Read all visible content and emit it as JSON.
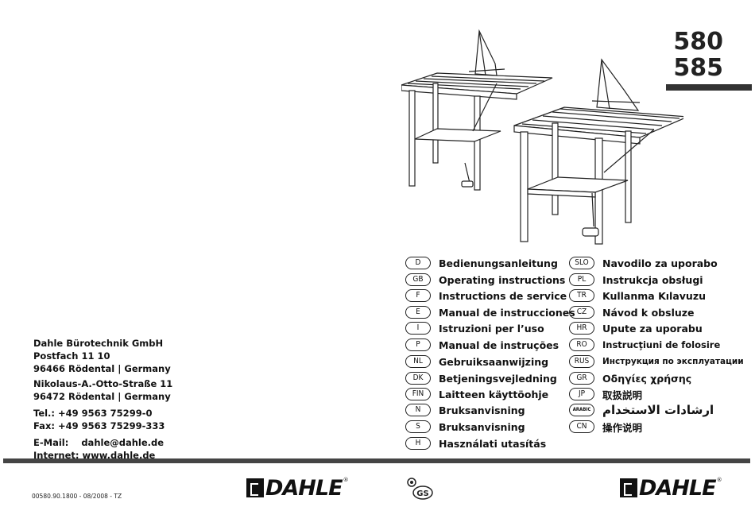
{
  "models": [
    "580",
    "585"
  ],
  "languages_left": [
    {
      "code": "D",
      "label": "Bedienungsanleitung"
    },
    {
      "code": "GB",
      "label": "Operating instructions"
    },
    {
      "code": "F",
      "label": "Instructions de service"
    },
    {
      "code": "E",
      "label": "Manual de instrucciones"
    },
    {
      "code": "I",
      "label": "Istruzioni per l’uso"
    },
    {
      "code": "P",
      "label": "Manual de instruções"
    },
    {
      "code": "NL",
      "label": "Gebruiksaanwijzing"
    },
    {
      "code": "DK",
      "label": "Betjeningsvejledning"
    },
    {
      "code": "FIN",
      "label": "Laitteen käyttöohje"
    },
    {
      "code": "N",
      "label": "Bruksanvisning"
    },
    {
      "code": "S",
      "label": "Bruksanvisning"
    },
    {
      "code": "H",
      "label": "Használati utasítás"
    }
  ],
  "languages_right": [
    {
      "code": "SLO",
      "label": "Navodilo za uporabo"
    },
    {
      "code": "PL",
      "label": "Instrukcja obsługi"
    },
    {
      "code": "TR",
      "label": "Kullanma Kılavuzu"
    },
    {
      "code": "CZ",
      "label": "Návod k obsluze"
    },
    {
      "code": "HR",
      "label": "Upute za uporabu"
    },
    {
      "code": "RO",
      "label": "Instrucţiuni de folosire"
    },
    {
      "code": "RUS",
      "label": "Инструкция по эксплуатации"
    },
    {
      "code": "GR",
      "label": "Οδηγίες χρήσης"
    },
    {
      "code": "JP",
      "label": "取扱説明"
    },
    {
      "code": "ARABIC",
      "label": "ارشادات الاستخدام"
    },
    {
      "code": "CN",
      "label": "操作说明"
    }
  ],
  "address": {
    "company": "Dahle Bürotechnik GmbH",
    "postfach": "Postfach 11 10",
    "city1": "96466 Rödental | Germany",
    "street": "Nikolaus-A.-Otto-Straße 11",
    "city2": "96472 Rödental | Germany",
    "tel": "Tel.: +49 9563 75299-0",
    "fax": "Fax: +49 9563 75299-333",
    "email": "E-Mail:    dahle@dahle.de",
    "internet": "Internet: www.dahle.de"
  },
  "footer": {
    "doc_number": "00580.90.1800 - 08/2008 - TZ",
    "brand": "DAHLE",
    "reg_mark": "®",
    "cert_text": "GS"
  },
  "colors": {
    "rule": "#444444",
    "text": "#111111"
  }
}
